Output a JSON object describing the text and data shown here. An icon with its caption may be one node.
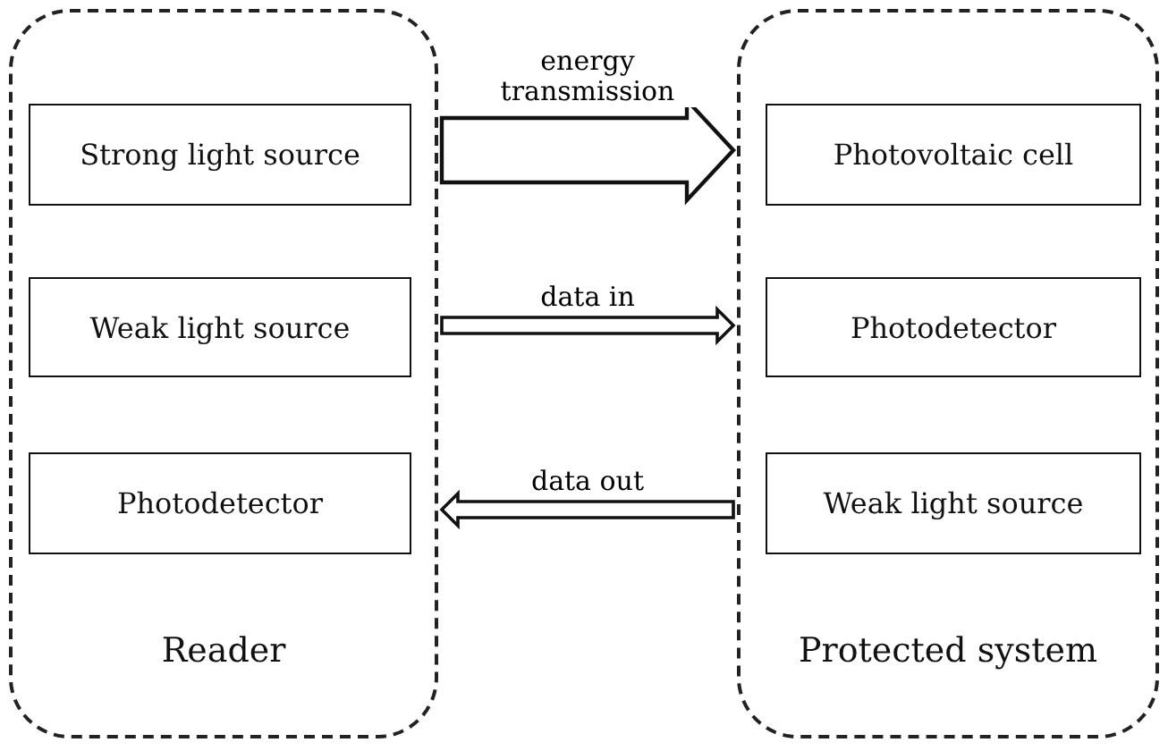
{
  "diagram": {
    "nodes": [
      {
        "text": [
          "Reader"
        ]
      },
      {
        "text": [
          "Strong light source"
        ],
        "in": 0
      },
      {
        "text": [
          "Weak light source"
        ],
        "in": 0
      },
      {
        "text": [
          "Photodetector"
        ],
        "in": 0
      },
      {
        "text": [
          "Protected system"
        ]
      },
      {
        "text": [
          "Photovoltaic cell"
        ],
        "in": 4
      },
      {
        "text": [
          "Photodetector"
        ],
        "in": 4
      },
      {
        "text": [
          "Weak light source"
        ],
        "in": 4
      }
    ],
    "edges": [
      {
        "from": 0,
        "to": 4,
        "arrow": "to",
        "label": "energy transmission",
        "style": "thick"
      },
      {
        "from": 0,
        "to": 4,
        "arrow": "to",
        "label": "data in"
      },
      {
        "from": 4,
        "to": 0,
        "arrow": "to",
        "label": "data out"
      }
    ]
  }
}
